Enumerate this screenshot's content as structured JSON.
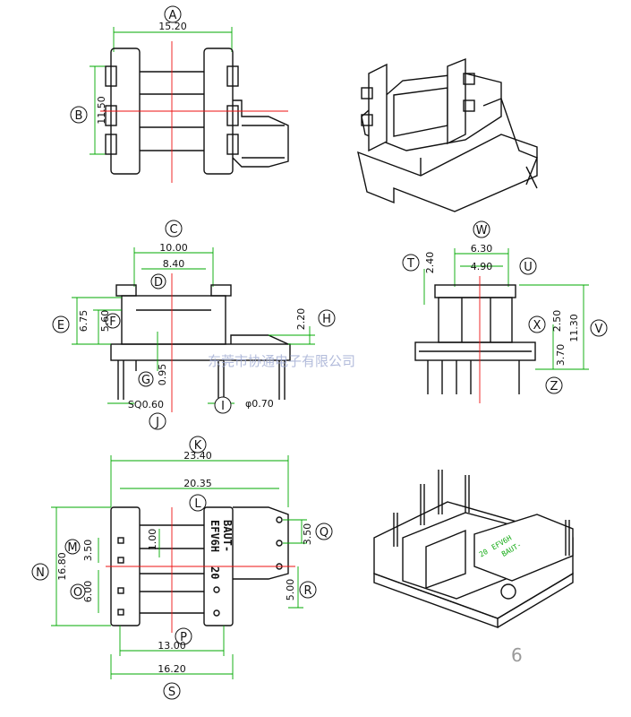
{
  "labels": {
    "A": "A",
    "B": "B",
    "C": "C",
    "D": "D",
    "E": "E",
    "F": "F",
    "G": "G",
    "H": "H",
    "I": "I",
    "J": "J",
    "K": "K",
    "L": "L",
    "M": "M",
    "N": "N",
    "O": "O",
    "P": "P",
    "Q": "Q",
    "R": "R",
    "S": "S",
    "T": "T",
    "U": "U",
    "V": "V",
    "W": "W",
    "X": "X",
    "Z": "Z"
  },
  "dims": {
    "A": "15.20",
    "B": "11.50",
    "C": "10.00",
    "D": "8.40",
    "E": "6.75",
    "F": "5.60",
    "G": "0.95",
    "H": "2.20",
    "I": "φ0.70",
    "J": "SQ0.60",
    "K": "23.40",
    "L": "20.35",
    "M": "3.50",
    "N": "16.80",
    "O": "6.00",
    "P": "13.00",
    "Q": "3.50",
    "R": "5.00",
    "S": "16.20",
    "T": "2.40",
    "U": "4.90",
    "W": "6.30",
    "X": "2.50",
    "V": "11.30",
    "Z": "3.70",
    "pin_gap": "1.00"
  },
  "stamp": {
    "line1": "BAUT-",
    "line2": "EFV6H",
    "line3": "20"
  },
  "stamp_iso": {
    "line1": "20",
    "line2": "EFV6H",
    "line3": "BAUT-"
  },
  "watermark": "东莞市协通电子有限公司",
  "page_number": "6"
}
